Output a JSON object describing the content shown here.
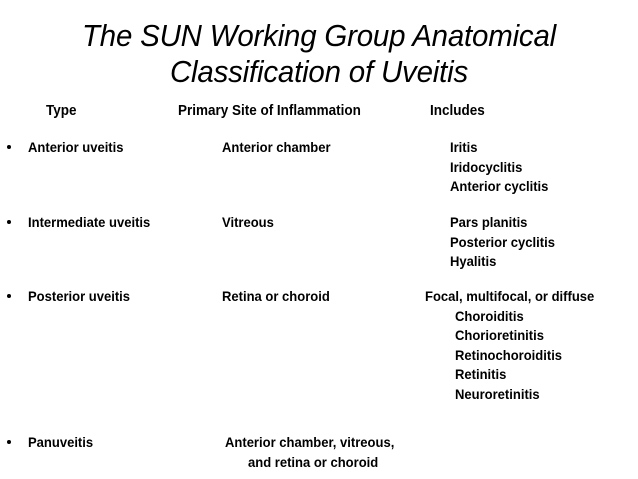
{
  "slide": {
    "title": "The SUN Working Group Anatomical\nClassification of Uveitis",
    "background_color": "#ffffff",
    "text_color": "#000000",
    "columns": {
      "type": "Type",
      "site": "Primary Site of Inflammation",
      "includes": "Includes"
    },
    "rows": [
      {
        "bullet": "•",
        "type": "Anterior uveitis",
        "site": [
          "Anterior chamber"
        ],
        "includes": [
          "Iritis",
          "Iridocyclitis",
          "Anterior cyclitis"
        ],
        "includes_lead": null
      },
      {
        "bullet": "•",
        "type": "Intermediate uveitis",
        "site": [
          "Vitreous"
        ],
        "includes": [
          "Pars planitis",
          "Posterior cyclitis",
          "Hyalitis"
        ],
        "includes_lead": null
      },
      {
        "bullet": "•",
        "type": "Posterior uveitis",
        "site": [
          "Retina or choroid"
        ],
        "includes_lead": "Focal, multifocal, or diffuse",
        "includes": [
          "Choroiditis",
          "Chorioretinitis",
          "Retinochoroiditis",
          "Retinitis",
          "Neuroretinitis"
        ]
      },
      {
        "bullet": "•",
        "type": "Panuveitis",
        "site": [
          "Anterior chamber, vitreous,",
          "and retina or choroid"
        ],
        "includes": [],
        "includes_lead": null
      }
    ]
  }
}
